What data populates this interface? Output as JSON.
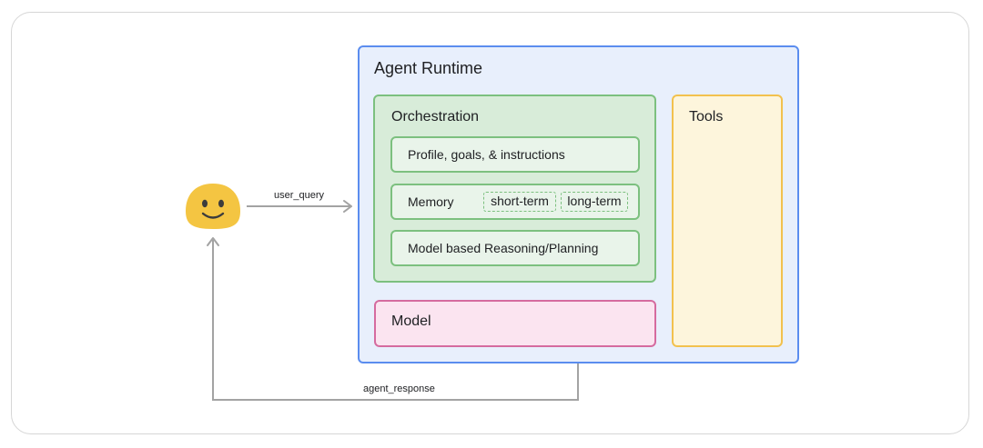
{
  "diagram": {
    "runtime_title": "Agent Runtime",
    "orchestration": {
      "title": "Orchestration",
      "items": [
        "Profile, goals, & instructions",
        "Memory",
        "Model based Reasoning/Planning"
      ],
      "memory_tags": [
        "short-term",
        "long-term"
      ]
    },
    "model_title": "Model",
    "tools_title": "Tools",
    "edges": {
      "user_query": "user_query",
      "agent_response": "agent_response"
    },
    "user_icon": "smiley-face-icon"
  },
  "colors": {
    "runtime_fill": "#e8effc",
    "runtime_border": "#5b8def",
    "orchestration_fill": "#d8ecd9",
    "orchestration_border": "#7cc07f",
    "model_fill": "#fbe4f0",
    "model_border": "#d56b9f",
    "tools_fill": "#fdf5dc",
    "tools_border": "#f2c14e",
    "arrow": "#a3a3a3",
    "face": "#f4c542"
  }
}
